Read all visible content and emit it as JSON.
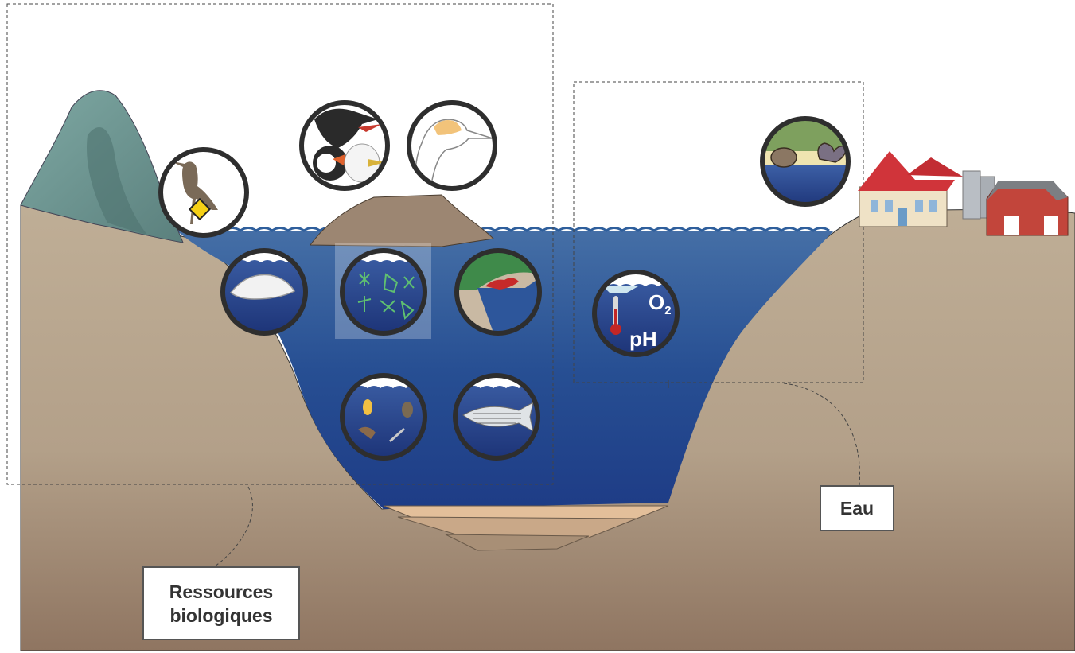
{
  "labels": {
    "biological_resources": [
      "Ressources",
      "biologiques"
    ],
    "water": "Eau"
  },
  "water_quality_icon": {
    "oxygen_symbol": "O",
    "oxygen_subscript": "2",
    "ph_text": "pH"
  },
  "icons": [
    "heron-icon",
    "seabirds-icon",
    "gannet-icon",
    "shellfish-icon",
    "seal-icon",
    "phytoplankton-icon",
    "coastal-habitat-icon",
    "zooplankton-icon",
    "striped-bass-icon",
    "water-quality-icon",
    "farmhouse-icon",
    "barn-icon"
  ],
  "colors": {
    "water_top": "#3f6fa8",
    "water_deep": "#1f3f86",
    "land": "#b8a68c",
    "land_dark": "#937b64",
    "mountain": "#6f9995",
    "island": "#9a8570",
    "circle_border": "#2e2e2e",
    "roof_red": "#d0343a",
    "barn_red": "#c2453b"
  }
}
